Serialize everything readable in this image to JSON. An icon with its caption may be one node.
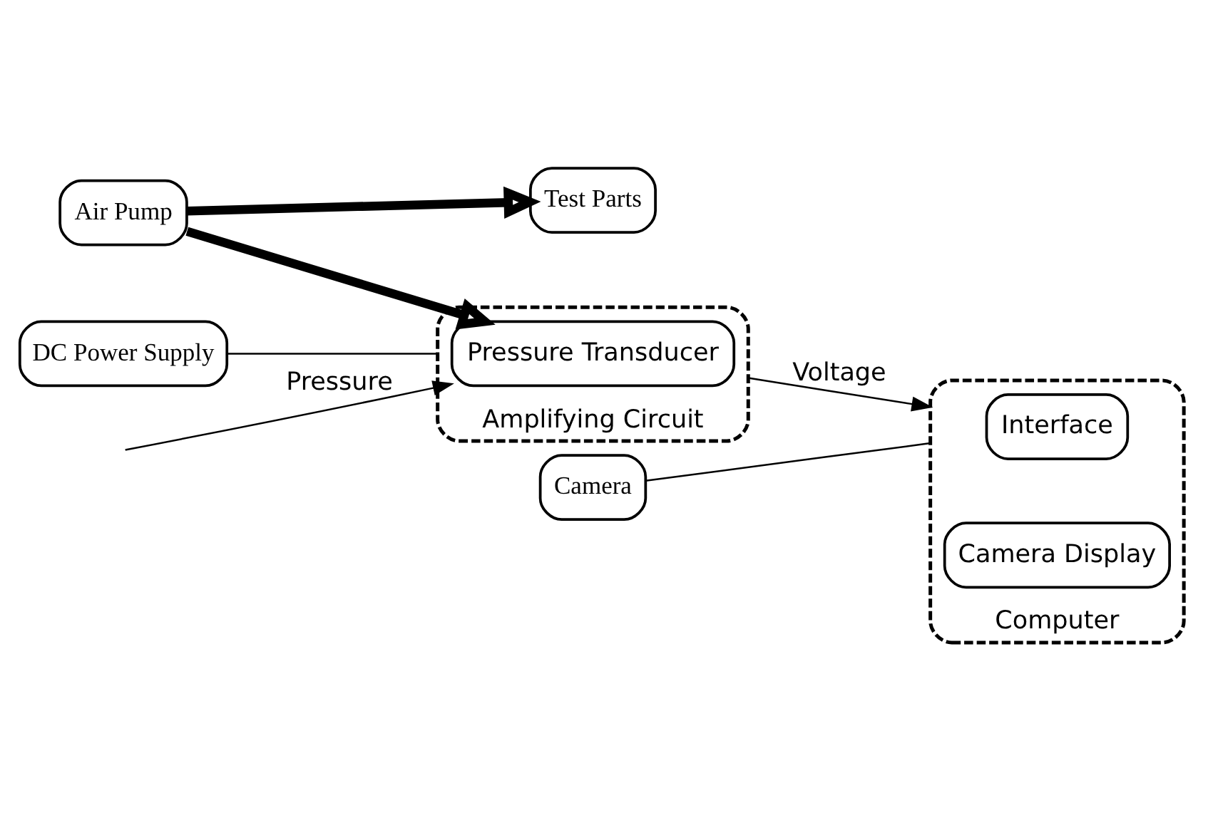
{
  "diagram": {
    "nodes": [
      {
        "text": [
          "Air Pump"
        ]
      },
      {
        "text": [
          "Test Parts"
        ]
      },
      {
        "text": [
          "Amplifying Circuit"
        ]
      },
      {
        "text": [
          "Pressure Transducer"
        ],
        "in": 2
      },
      {
        "text": [
          "DC Power Supply"
        ]
      },
      {
        "text": [
          "Computer"
        ]
      },
      {
        "text": [
          "Interface"
        ],
        "in": 5
      },
      {
        "text": [
          "Camera Display"
        ],
        "in": 5
      },
      {
        "text": [
          "Camera"
        ]
      }
    ],
    "edges": [
      {
        "from": 0,
        "to": 1,
        "arrow": "to",
        "style": "thick"
      },
      {
        "from": 0,
        "to": 3,
        "arrow": "to",
        "style": "thick"
      },
      {
        "from": null,
        "to": 3,
        "arrow": "to",
        "label": "Pressure"
      },
      {
        "from": 4,
        "to": 2,
        "arrow": "none"
      },
      {
        "from": 2,
        "to": 5,
        "arrow": "to",
        "label": "Voltage"
      },
      {
        "from": 8,
        "to": 5,
        "arrow": "none"
      }
    ]
  }
}
